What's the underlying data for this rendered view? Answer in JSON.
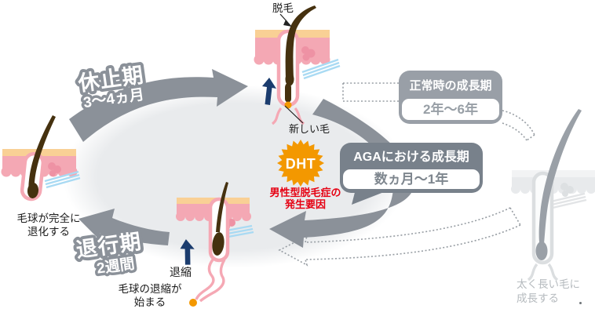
{
  "phases": {
    "rest": {
      "name": "休止期",
      "duration": "3〜4ヵ月"
    },
    "regression": {
      "name": "退行期",
      "duration": "2週間"
    }
  },
  "callouts": {
    "normal": {
      "title": "正常時の成長期",
      "value": "2年〜6年"
    },
    "aga": {
      "title": "AGAにおける成長期",
      "value": "数ヵ月〜1年"
    }
  },
  "dht": {
    "label": "DHT",
    "caption_line1": "男性型脱毛症の",
    "caption_line2": "発生要因"
  },
  "labels": {
    "shedding": "脱毛",
    "new_hair": "新しい毛",
    "shrink": "退縮",
    "bulb_shrink_line1": "毛球の退縮が",
    "bulb_shrink_line2": "始まる",
    "bulb_degenerate_line1": "毛球が完全に",
    "bulb_degenerate_line2": "退化する",
    "thick_growth_line1": "太く長い毛に",
    "thick_growth_line2": "成長する"
  },
  "colors": {
    "arrow_gray": "#8B9199",
    "box_normal_gray": "#999FA7",
    "box_aga_gray": "#78818B",
    "dht_orange": "#F39800",
    "alert_red": "#E60012",
    "navy_arrow": "#1B3C6E",
    "skin_pink": "#F4A8B4",
    "skin_tan": "#F9D095",
    "follicle_pink": "#F5A8B4",
    "muscle_blue": "#A9DAF3",
    "hair_brown": "#45310F",
    "faded_hair_gray": "#9AA0A7",
    "ellipse_bg": "#E9EBED"
  }
}
